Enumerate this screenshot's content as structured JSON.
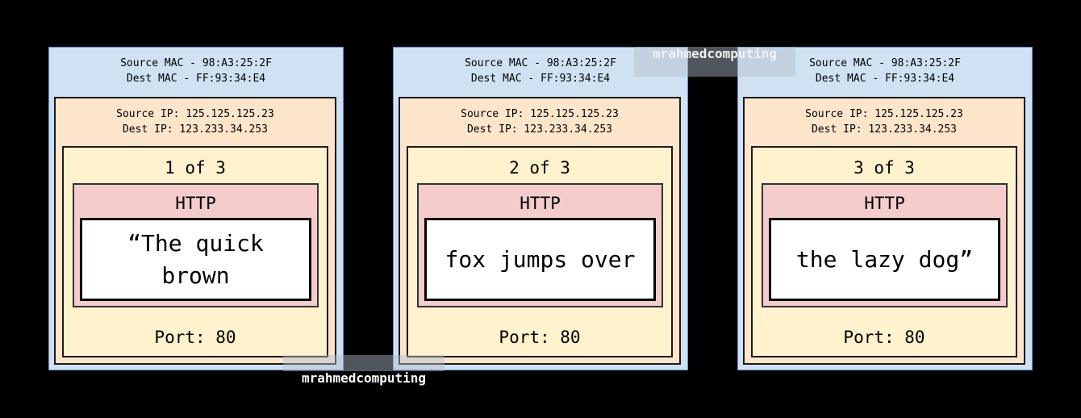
{
  "diagram": {
    "type": "network-encapsulation",
    "watermark_text": "mrahmedcomputing",
    "colors": {
      "background": "#000000",
      "link_layer": "#cfe1f3",
      "network_layer": "#fde5cc",
      "transport_layer": "#fff2cc",
      "application_layer": "#f4cccc",
      "payload": "#ffffff"
    },
    "frames": [
      {
        "source_mac": "Source MAC - 98:A3:25:2F",
        "dest_mac": "Dest MAC - FF:93:34:E4",
        "source_ip": "Source IP: 125.125.125.23",
        "dest_ip": "Dest IP: 123.233.34.253",
        "segment": "1 of 3",
        "protocol": "HTTP",
        "payload": "“The quick brown",
        "port": "Port: 80"
      },
      {
        "source_mac": "Source MAC - 98:A3:25:2F",
        "dest_mac": "Dest MAC - FF:93:34:E4",
        "source_ip": "Source IP: 125.125.125.23",
        "dest_ip": "Dest IP: 123.233.34.253",
        "segment": "2 of 3",
        "protocol": "HTTP",
        "payload": "fox jumps over",
        "port": "Port: 80"
      },
      {
        "source_mac": "Source MAC - 98:A3:25:2F",
        "dest_mac": "Dest MAC - FF:93:34:E4",
        "source_ip": "Source IP: 125.125.125.23",
        "dest_ip": "Dest IP: 123.233.34.253",
        "segment": "3 of 3",
        "protocol": "HTTP",
        "payload": "the lazy dog”",
        "port": "Port: 80"
      }
    ]
  }
}
